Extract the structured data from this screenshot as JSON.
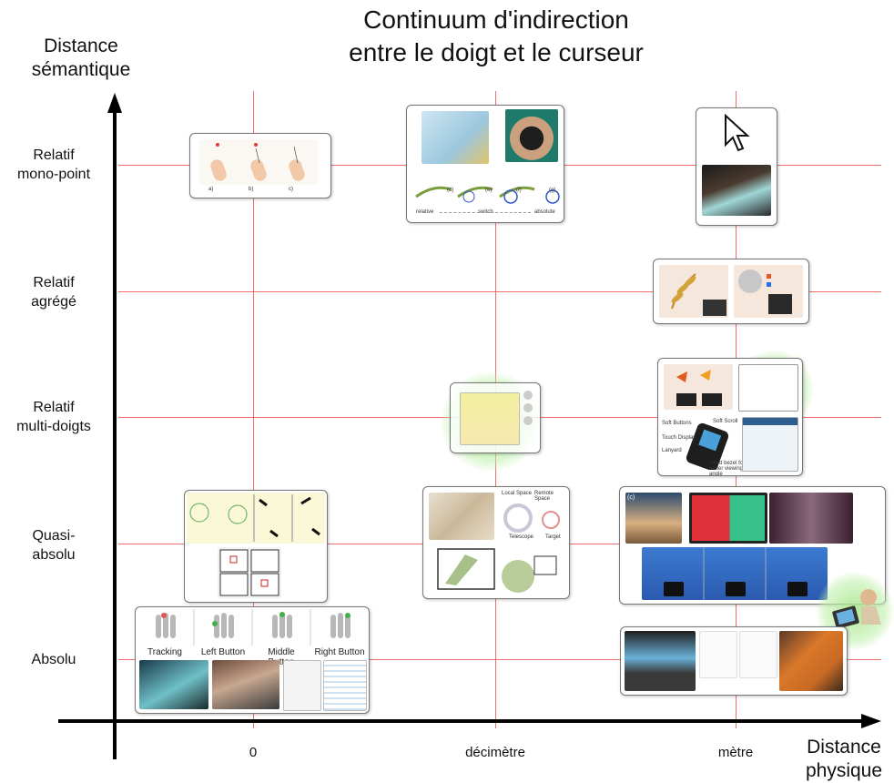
{
  "title": {
    "line1": "Continuum d'indirection",
    "line2": "entre le doigt et le curseur"
  },
  "y_axis": {
    "line1": "Distance",
    "line2": "sémantique"
  },
  "x_axis": {
    "line1": "Distance",
    "line2": "physique"
  },
  "rows": [
    {
      "line1": "Relatif",
      "line2": "mono-point"
    },
    {
      "line1": "Relatif",
      "line2": "agrégé"
    },
    {
      "line1": "Relatif",
      "line2": "multi-doigts"
    },
    {
      "line1": "Quasi-",
      "line2": "absolu"
    },
    {
      "line1": "Absolu",
      "line2": ""
    }
  ],
  "columns": [
    "0",
    "décimètre",
    "mètre"
  ],
  "panels": {
    "relatif_mono_zero": {
      "captions": [
        "a)",
        "b)",
        "c)"
      ]
    },
    "relatif_mono_dm": {
      "captions": [
        "(d)",
        "(e)",
        "(f)",
        "(g)"
      ],
      "scale_left": "relative",
      "scale_mid": "switch",
      "scale_right": "absolute"
    },
    "quasi_dm": {
      "captions": [
        "Local Space",
        "Remote Space",
        "Telescope",
        "Target"
      ]
    },
    "absolu_zero": {
      "captions": [
        "Tracking",
        "Left Button",
        "Middle Button",
        "Right Button"
      ]
    },
    "multi_metre": {
      "captions": [
        "Soft Buttons",
        "Touch Display",
        "Lanyard",
        "Soft Scroll",
        "Tilted bezel for better viewing angle"
      ]
    },
    "quasi_metre": {
      "captions": [
        "(c)"
      ]
    }
  },
  "colors": {
    "grid_line": "#ee4a4a",
    "axis": "#000000",
    "glow": "#b6e8a0",
    "panel_border": "#777777"
  }
}
